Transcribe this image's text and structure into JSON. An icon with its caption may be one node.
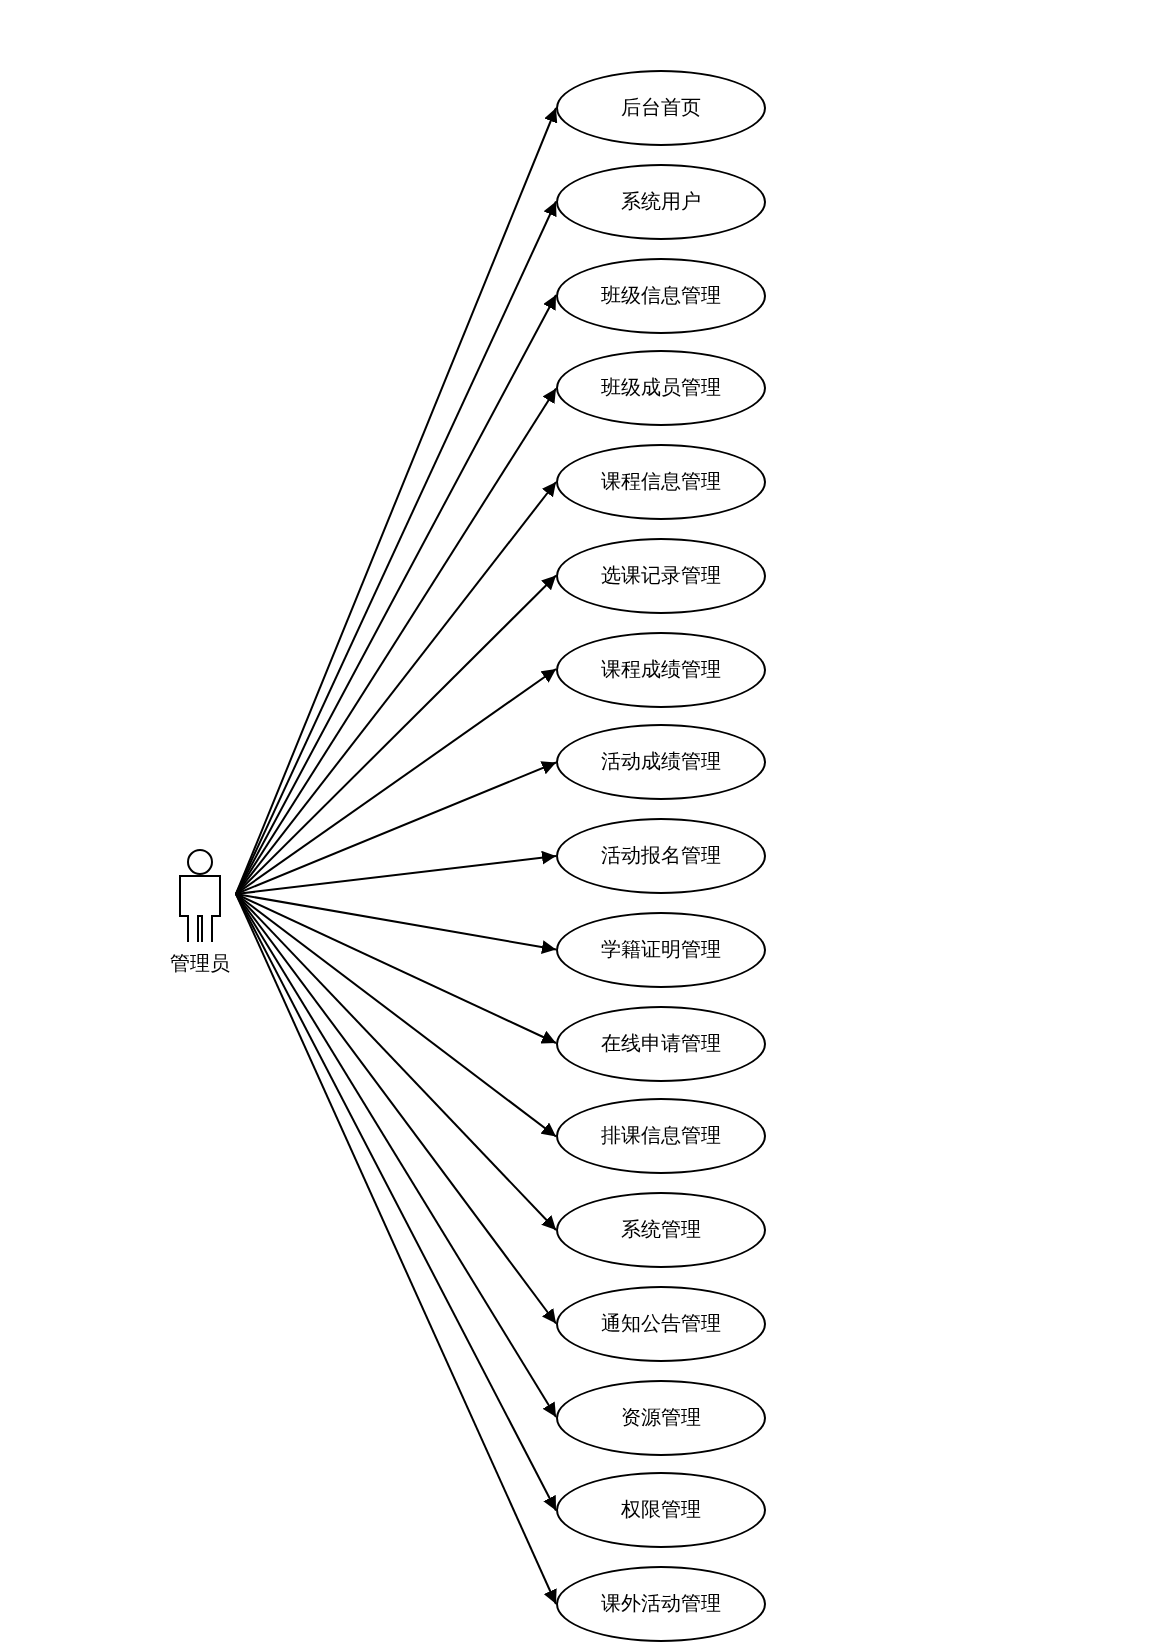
{
  "diagram": {
    "nodes": [
      {
        "text": [
          "管理员"
        ]
      },
      {
        "text": [
          "后台首页"
        ]
      },
      {
        "text": [
          "系统用户"
        ]
      },
      {
        "text": [
          "班级信息管理"
        ]
      },
      {
        "text": [
          "班级成员管理"
        ]
      },
      {
        "text": [
          "课程信息管理"
        ]
      },
      {
        "text": [
          "选课记录管理"
        ]
      },
      {
        "text": [
          "课程成绩管理"
        ]
      },
      {
        "text": [
          "活动成绩管理"
        ]
      },
      {
        "text": [
          "活动报名管理"
        ]
      },
      {
        "text": [
          "学籍证明管理"
        ]
      },
      {
        "text": [
          "在线申请管理"
        ]
      },
      {
        "text": [
          "排课信息管理"
        ]
      },
      {
        "text": [
          "系统管理"
        ]
      },
      {
        "text": [
          "通知公告管理"
        ]
      },
      {
        "text": [
          "资源管理"
        ]
      },
      {
        "text": [
          "权限管理"
        ]
      },
      {
        "text": [
          "课外活动管理"
        ]
      }
    ],
    "edges": [
      {
        "from": 0,
        "to": 1,
        "arrow": "to"
      },
      {
        "from": 0,
        "to": 2,
        "arrow": "to"
      },
      {
        "from": 0,
        "to": 3,
        "arrow": "to"
      },
      {
        "from": 0,
        "to": 4,
        "arrow": "to"
      },
      {
        "from": 0,
        "to": 5,
        "arrow": "to"
      },
      {
        "from": 0,
        "to": 6,
        "arrow": "to"
      },
      {
        "from": 0,
        "to": 7,
        "arrow": "to"
      },
      {
        "from": 0,
        "to": 8,
        "arrow": "to"
      },
      {
        "from": 0,
        "to": 9,
        "arrow": "to"
      },
      {
        "from": 0,
        "to": 10,
        "arrow": "to"
      },
      {
        "from": 0,
        "to": 11,
        "arrow": "to"
      },
      {
        "from": 0,
        "to": 12,
        "arrow": "to"
      },
      {
        "from": 0,
        "to": 13,
        "arrow": "to"
      },
      {
        "from": 0,
        "to": 14,
        "arrow": "to"
      },
      {
        "from": 0,
        "to": 15,
        "arrow": "to"
      },
      {
        "from": 0,
        "to": 16,
        "arrow": "to"
      },
      {
        "from": 0,
        "to": 17,
        "arrow": "to"
      }
    ]
  }
}
